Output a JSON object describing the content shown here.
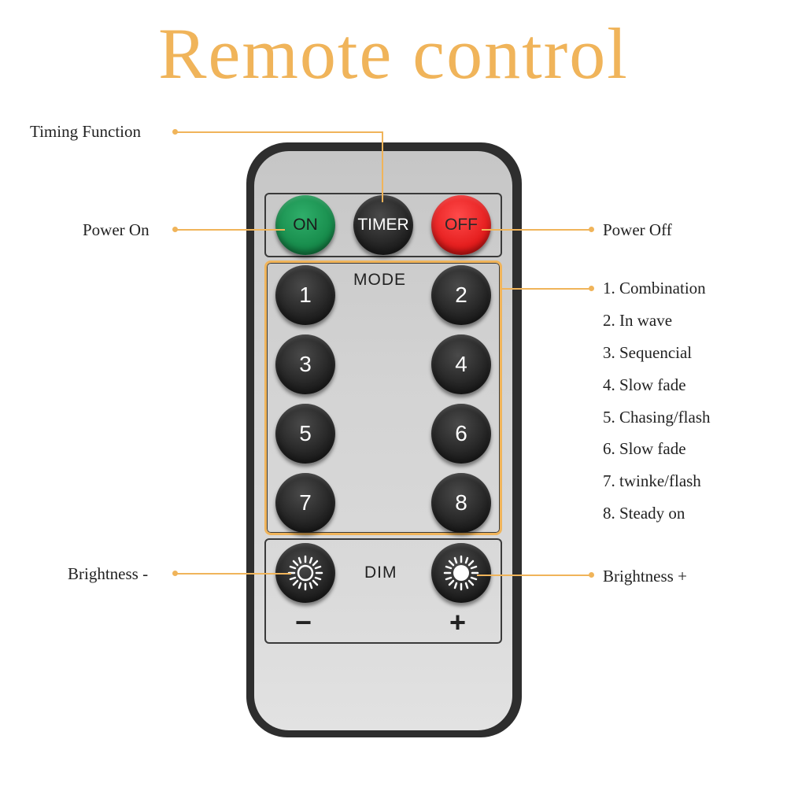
{
  "title": "Remote control",
  "accent_color": "#f0b45a",
  "buttons": {
    "on": "ON",
    "timer": "TIMER",
    "off": "OFF",
    "modes": [
      "1",
      "2",
      "3",
      "4",
      "5",
      "6",
      "7",
      "8"
    ],
    "brightness_minus_icon": "sun-outline-icon",
    "brightness_plus_icon": "sun-filled-icon"
  },
  "panel_labels": {
    "mode": "MODE",
    "dim": "DIM",
    "minus": "−",
    "plus": "+"
  },
  "callouts": {
    "timing_function": "Timing Function",
    "power_on": "Power On",
    "power_off": "Power Off",
    "brightness_minus": "Brightness -",
    "brightness_plus": "Brightness +"
  },
  "mode_list": [
    "1. Combination",
    "2. In wave",
    "3. Sequencial",
    "4. Slow fade",
    "5. Chasing/flash",
    "6. Slow fade",
    "7. twinke/flash",
    "8. Steady on"
  ]
}
